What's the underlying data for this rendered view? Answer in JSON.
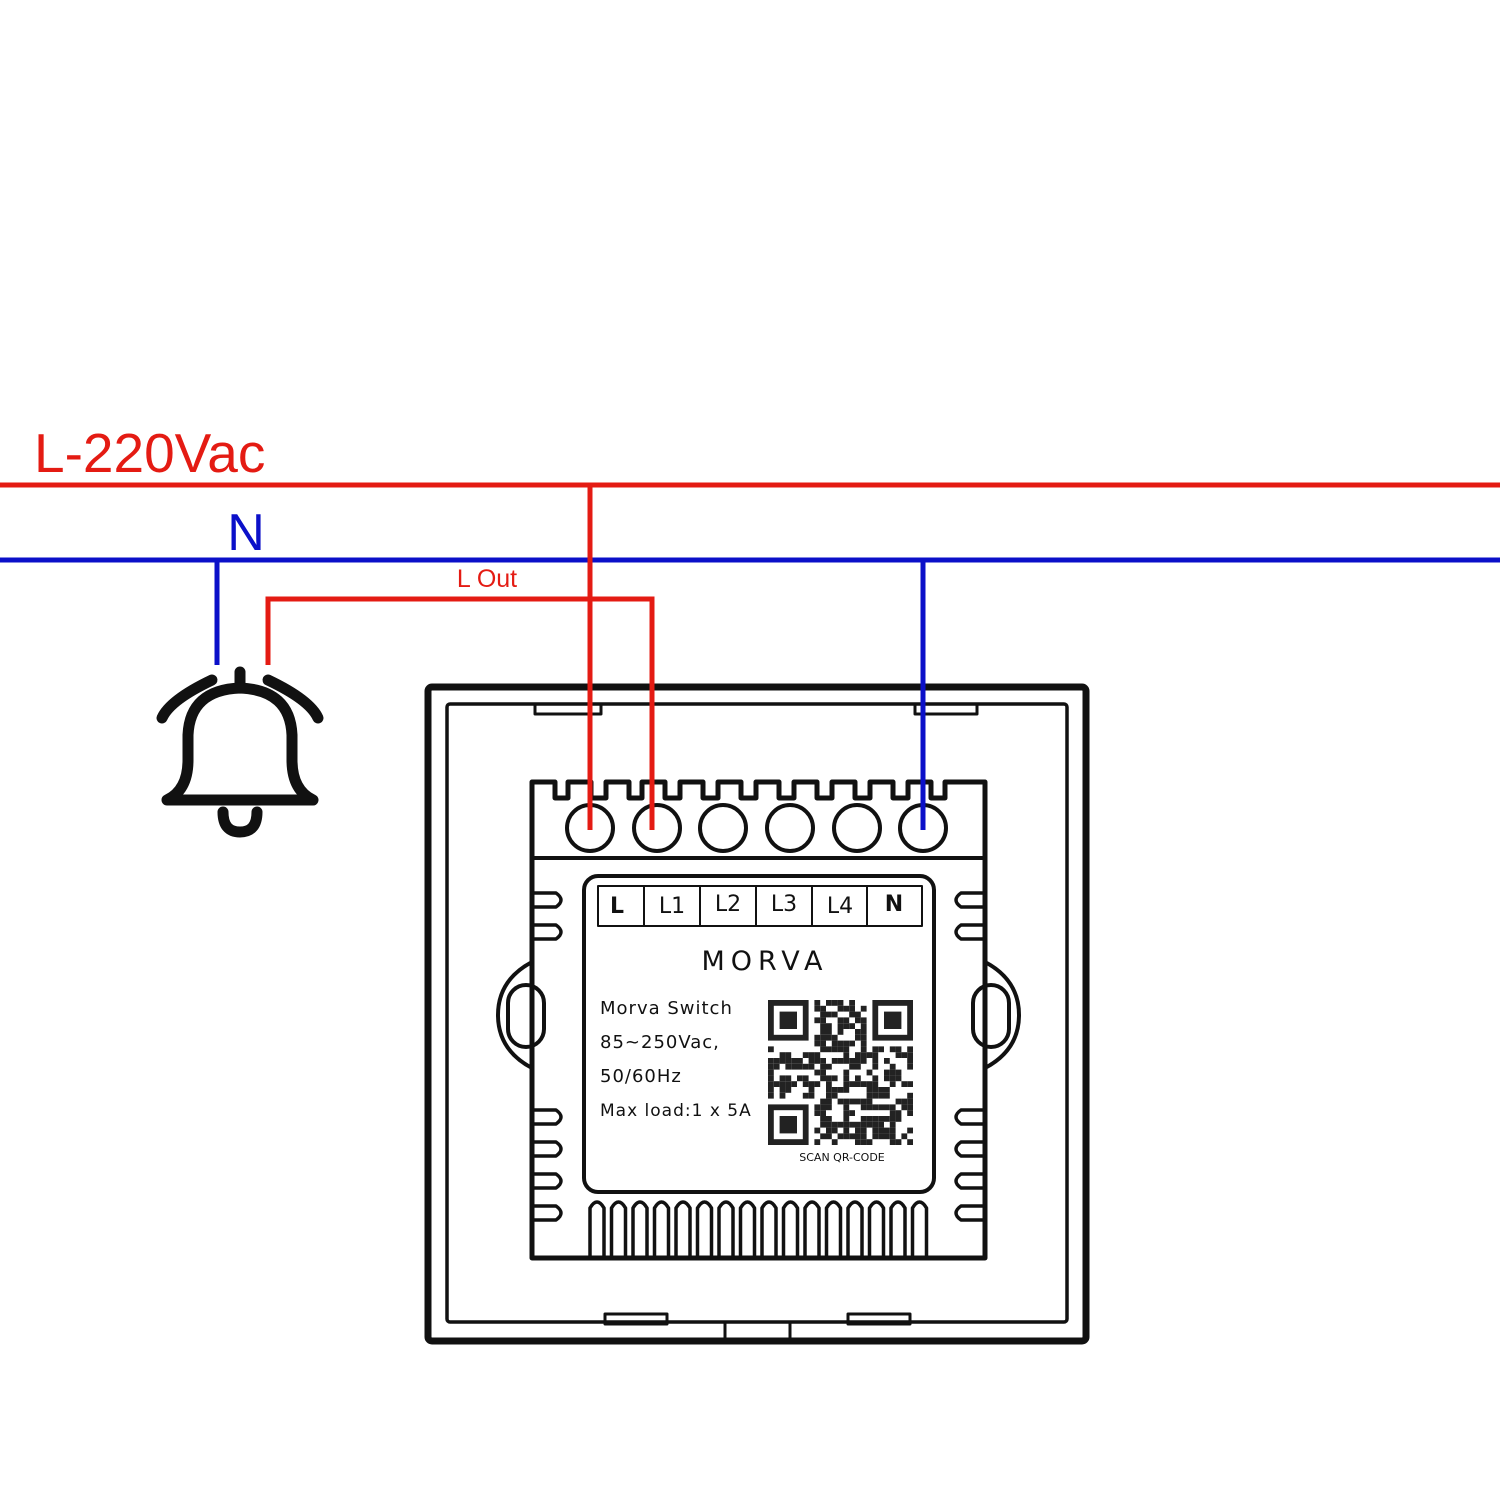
{
  "colors": {
    "live": "#e41b13",
    "neutral": "#0b10c9",
    "outline": "#111111",
    "background": "#ffffff"
  },
  "labels": {
    "live_line": "L-220Vac",
    "neutral_line": "N",
    "load_output": "L Out"
  },
  "icons": {
    "load": "bell-icon",
    "qr": "qr-code-icon"
  },
  "device": {
    "brand": "MORVA",
    "terminals": [
      "L",
      "L1",
      "L2",
      "L3",
      "L4",
      "N"
    ],
    "info_lines": [
      "Morva  Switch",
      "85~250Vac,",
      "50/60Hz",
      "Max  load:1 x 5A"
    ],
    "qr_caption": "SCAN QR-CODE"
  }
}
